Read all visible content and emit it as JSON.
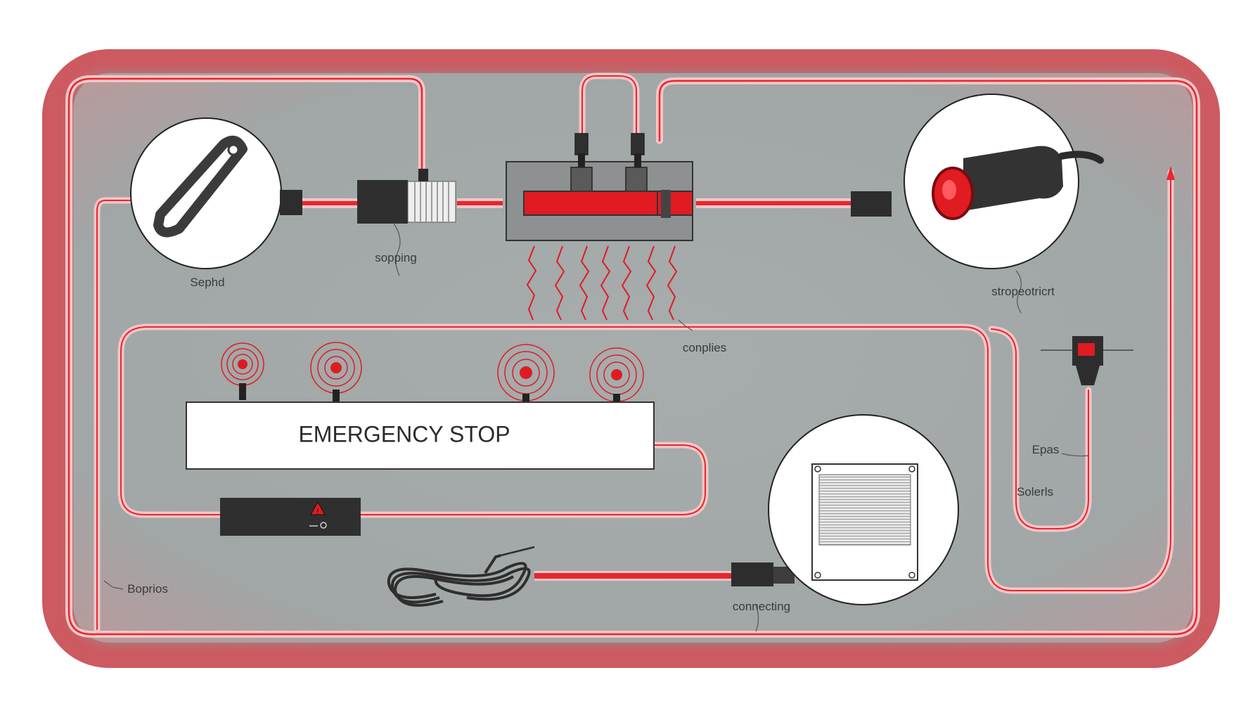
{
  "panel": {
    "title": "EMERGENCY STOP"
  },
  "labels": {
    "sephd": "Sephd",
    "sopping": "sopping",
    "conplies": "conplies",
    "stropeotricrt": "stropeotricrt",
    "epas": "Epas",
    "solerls": "Solerls",
    "boprios": "Boprios",
    "connecting": "connecting"
  },
  "colors": {
    "frame": "#cc5a60",
    "background": "#a3a8a8",
    "wire": "#e8262e",
    "wire_glow": "#f3b3b5",
    "device": "#3a3a3a",
    "accent_red": "#e01b22"
  },
  "icons": [
    "key-icon",
    "indicator-light-icon",
    "speaker-grille-icon",
    "coiled-cable-icon",
    "warning-icon"
  ]
}
